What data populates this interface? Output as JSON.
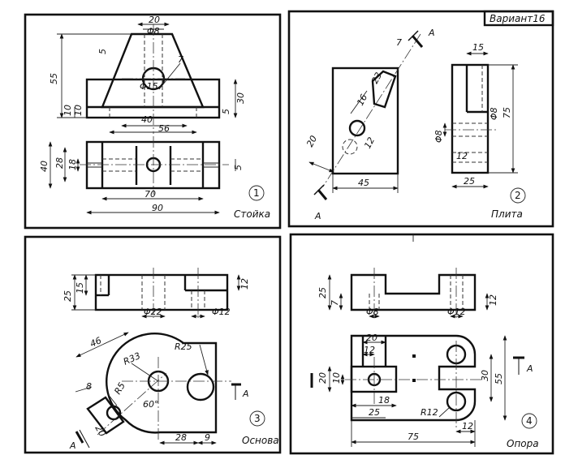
{
  "header": {
    "variant_label": "Вариант16"
  },
  "panels": [
    {
      "number": "1",
      "caption": "Стойка",
      "dims": [
        "20",
        "Φ8",
        "5",
        "7",
        "55",
        "Φ15",
        "10",
        "10",
        "40",
        "5",
        "30",
        "56",
        "40",
        "28",
        "18",
        "5",
        "70",
        "90"
      ]
    },
    {
      "number": "2",
      "caption": "Плита",
      "section_mark": "A",
      "dims": [
        "7",
        "15",
        "23",
        "16",
        "20",
        "12",
        "Φ8",
        "75",
        "Φ8",
        "12",
        "45",
        "25"
      ]
    },
    {
      "number": "3",
      "caption": "Основа",
      "section_mark": "A",
      "dims": [
        "25",
        "15",
        "12",
        "Φ22",
        "Φ12",
        "46",
        "R25",
        "R33",
        "8",
        "R5",
        "60°",
        "20",
        "28",
        "9"
      ]
    },
    {
      "number": "4",
      "caption": "Опора",
      "section_mark": "A",
      "dims": [
        "25",
        "7",
        "12",
        "Φ8",
        "Φ12",
        "20",
        "12",
        "20",
        "10",
        "30",
        "55",
        "18",
        "25",
        "R12",
        "12",
        "75"
      ]
    }
  ]
}
